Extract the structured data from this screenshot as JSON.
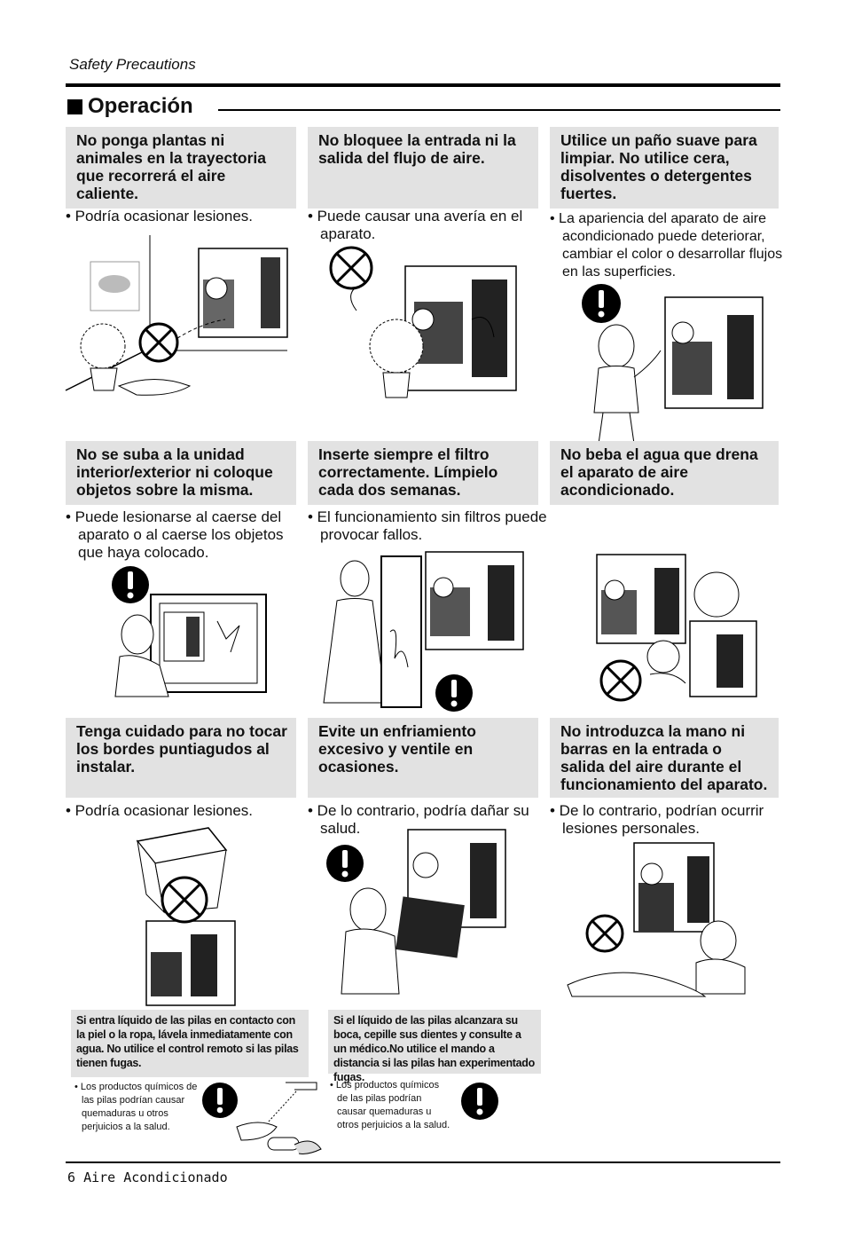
{
  "header": {
    "label": "Safety Precautions"
  },
  "section": {
    "title": "Operación"
  },
  "cells": [
    {
      "title": "No ponga plantas ni animales en la trayectoria que recorrerá el aire caliente.",
      "bullet": "• Podría ocasionar lesiones."
    },
    {
      "title": "No bloquee la entrada ni la salida del flujo de aire.",
      "bullet": "• Puede causar una avería en el aparato."
    },
    {
      "title": "Utilice un paño suave para limpiar. No utilice cera, disolventes o detergentes fuertes.",
      "bullet": "• La apariencia del aparato de aire acondicionado puede deteriorar, cambiar el color o desarrollar flujos en las superficies."
    },
    {
      "title": "No se suba a la unidad interior/exterior ni coloque objetos sobre la misma.",
      "bullet": "• Puede lesionarse al caerse del aparato o al caerse los objetos que haya colocado."
    },
    {
      "title": "Inserte siempre el filtro correctamente. Límpielo cada dos semanas.",
      "bullet": "• El funcionamiento sin filtros puede provocar fallos."
    },
    {
      "title": "No beba el agua que drena el aparato de aire acondicionado.",
      "bullet": ""
    },
    {
      "title": "Tenga cuidado para no tocar los bordes puntiagudos al instalar.",
      "bullet": "• Podría ocasionar lesiones."
    },
    {
      "title": "Evite un enfriamiento excesivo y ventile en ocasiones.",
      "bullet": "• De lo contrario, podría dañar su salud."
    },
    {
      "title": "No introduzca la mano ni barras en la entrada o salida del aire durante el funcionamiento del aparato.",
      "bullet": "• De lo contrario, podrían ocurrir lesiones personales."
    }
  ],
  "battery_warnings": [
    {
      "title": "Si entra líquido de las pilas en contacto con la piel o la ropa, lávela inmediatamente con agua. No utilice el control remoto si las pilas tienen fugas.",
      "bullet": "• Los productos químicos de las pilas podrían causar quemaduras u otros perjuicios a la salud."
    },
    {
      "title": "Si el líquido de las pilas alcanzara su boca, cepille sus dientes y consulte a un médico.No utilice el mando a distancia si las pilas han experimentado fugas.",
      "bullet": "• Los productos químicos de las pilas podrían causar quemaduras u otros perjuicios a la salud."
    }
  ],
  "footer": {
    "page": "6",
    "label": "Aire Acondicionado"
  },
  "icons": [
    "prohibited-icon",
    "exclamation-icon"
  ]
}
